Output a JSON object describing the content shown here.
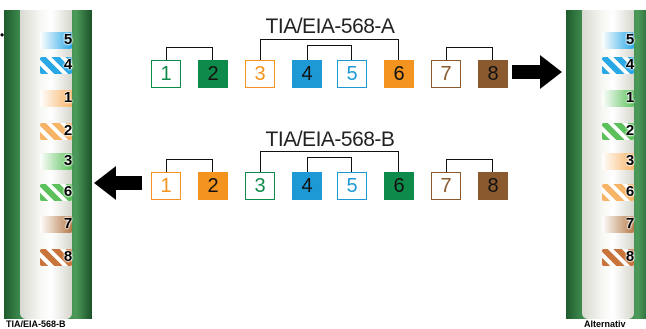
{
  "left_connector": {
    "caption": "TIA/EIA-568-B",
    "pins": [
      {
        "num": "5",
        "color": "#2aa8e6",
        "stripe": false
      },
      {
        "num": "4",
        "color": "#2aa8e6",
        "stripe": true
      },
      {
        "num": "1",
        "color": "#f7b366",
        "stripe": false
      },
      {
        "num": "2",
        "color": "#f7b366",
        "stripe": true
      },
      {
        "num": "3",
        "color": "#5cc15c",
        "stripe": false
      },
      {
        "num": "6",
        "color": "#5cc15c",
        "stripe": true
      },
      {
        "num": "7",
        "color": "#b57a48",
        "stripe": false
      },
      {
        "num": "8",
        "color": "#c9743a",
        "stripe": true
      }
    ]
  },
  "right_connector": {
    "caption": "Alternativ",
    "pins": [
      {
        "num": "5",
        "color": "#2aa8e6",
        "stripe": false
      },
      {
        "num": "4",
        "color": "#2aa8e6",
        "stripe": true
      },
      {
        "num": "1",
        "color": "#5cc15c",
        "stripe": false
      },
      {
        "num": "2",
        "color": "#5cc15c",
        "stripe": true
      },
      {
        "num": "3",
        "color": "#f7b366",
        "stripe": false
      },
      {
        "num": "6",
        "color": "#f7b366",
        "stripe": true
      },
      {
        "num": "7",
        "color": "#b57a48",
        "stripe": false
      },
      {
        "num": "8",
        "color": "#c9743a",
        "stripe": true
      }
    ]
  },
  "standard_a": {
    "title": "TIA/EIA-568-A",
    "pins": [
      {
        "num": "1",
        "style": "outline",
        "color": "#0e8a4a"
      },
      {
        "num": "2",
        "style": "filled",
        "color": "#0e8a4a"
      },
      {
        "num": "3",
        "style": "outline",
        "color": "#f39320"
      },
      {
        "num": "4",
        "style": "filled",
        "color": "#1d9ad6"
      },
      {
        "num": "5",
        "style": "outline",
        "color": "#1d9ad6"
      },
      {
        "num": "6",
        "style": "filled",
        "color": "#f39320"
      },
      {
        "num": "7",
        "style": "outline",
        "color": "#8a5a2e"
      },
      {
        "num": "8",
        "style": "filled",
        "color": "#8a5a2e"
      }
    ]
  },
  "standard_b": {
    "title": "TIA/EIA-568-B",
    "pins": [
      {
        "num": "1",
        "style": "outline",
        "color": "#f39320"
      },
      {
        "num": "2",
        "style": "filled",
        "color": "#f39320"
      },
      {
        "num": "3",
        "style": "outline",
        "color": "#0e8a4a"
      },
      {
        "num": "4",
        "style": "filled",
        "color": "#1d9ad6"
      },
      {
        "num": "5",
        "style": "outline",
        "color": "#1d9ad6"
      },
      {
        "num": "6",
        "style": "filled",
        "color": "#0e8a4a"
      },
      {
        "num": "7",
        "style": "outline",
        "color": "#8a5a2e"
      },
      {
        "num": "8",
        "style": "filled",
        "color": "#8a5a2e"
      }
    ]
  },
  "bullet": "•",
  "colors": {
    "background": "#ffffff",
    "bracket": "#111111",
    "arrow": "#000000"
  }
}
